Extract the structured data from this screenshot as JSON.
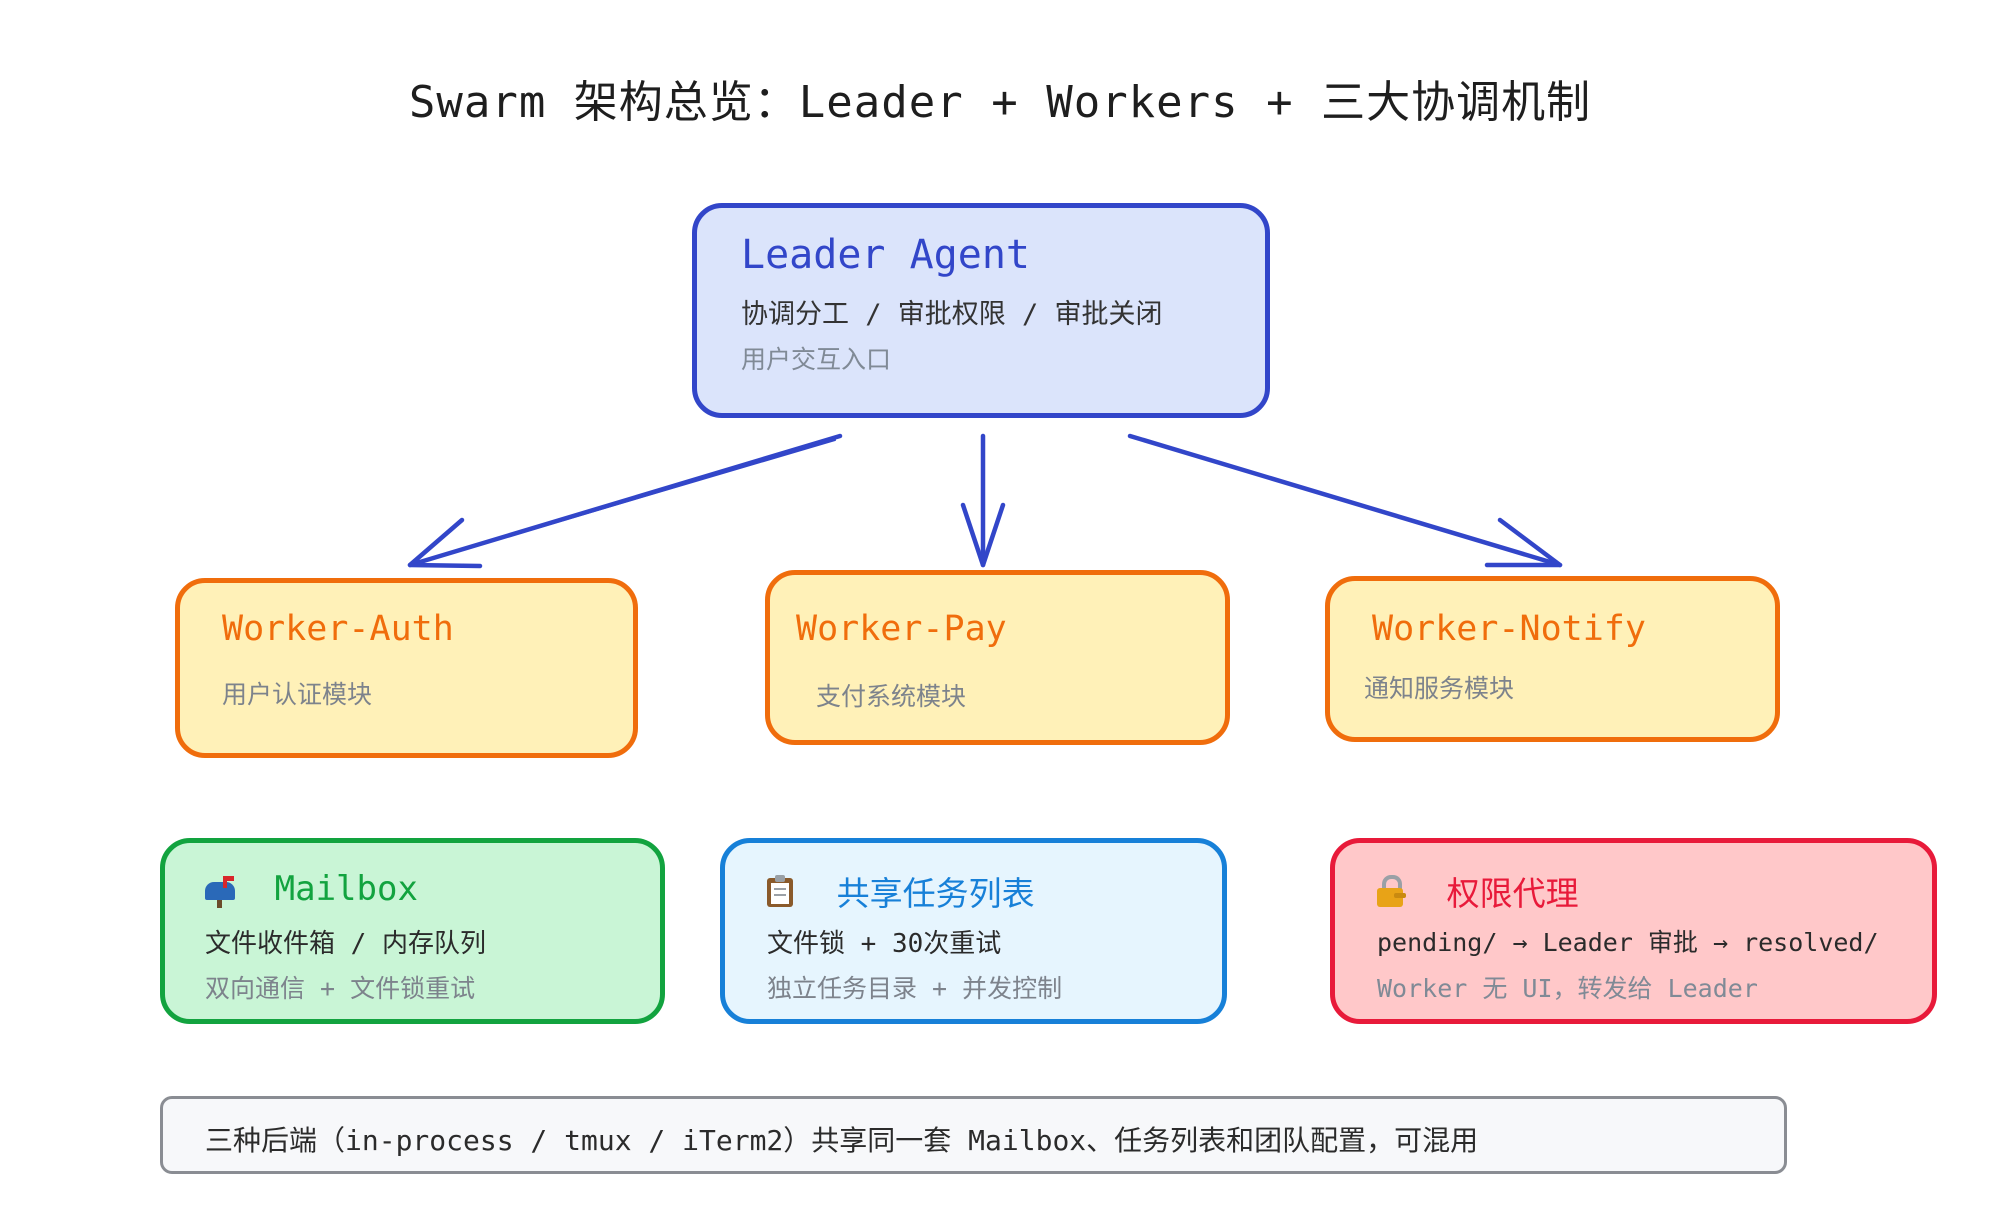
{
  "title": "Swarm 架构总览：Leader + Workers + 三大协调机制",
  "leader": {
    "name": "Leader Agent",
    "duties": "协调分工 / 审批权限 / 审批关闭",
    "note": "用户交互入口"
  },
  "workers": [
    {
      "name": "Worker-Auth",
      "desc": "用户认证模块"
    },
    {
      "name": "Worker-Pay",
      "desc": "支付系统模块"
    },
    {
      "name": "Worker-Notify",
      "desc": "通知服务模块"
    }
  ],
  "mechanisms": {
    "mailbox": {
      "icon": "mailbox-icon",
      "name": "Mailbox",
      "line1": "文件收件箱 / 内存队列",
      "line2": "双向通信 + 文件锁重试"
    },
    "tasklist": {
      "icon": "clipboard-icon",
      "name": "共享任务列表",
      "line1": "文件锁 + 30次重试",
      "line2": "独立任务目录 + 并发控制"
    },
    "permission": {
      "icon": "lock-key-icon",
      "name": "权限代理",
      "line1": "pending/ → Leader 审批 → resolved/",
      "line2": "Worker 无 UI，转发给 Leader"
    }
  },
  "footer": "三种后端（in-process / tmux / iTerm2）共享同一套 Mailbox、任务列表和团队配置，可混用",
  "colors": {
    "leader_fill": "#dbe4fb",
    "leader_stroke": "#3246c9",
    "worker_fill": "#fff1b8",
    "worker_stroke": "#f06d0c",
    "mailbox_fill": "#c9f5d6",
    "mailbox_stroke": "#12a33f",
    "tasklist_fill": "#e6f5fe",
    "tasklist_stroke": "#1780d8",
    "permission_fill": "#ffc8c9",
    "permission_stroke": "#e81a3a",
    "arrow": "#3246c9"
  }
}
